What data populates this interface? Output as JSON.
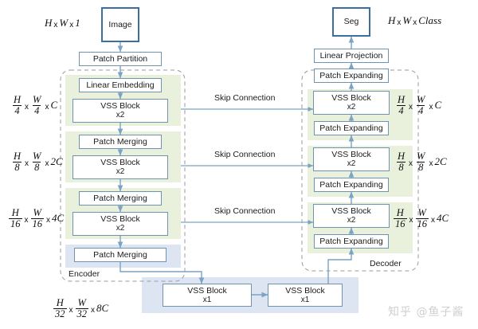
{
  "figure": {
    "title": "VM-UNet style encoder-decoder architecture diagram",
    "colors": {
      "box_border": "#6f94b3",
      "io_box_border": "#3c6f9c",
      "green_band": "#e9f1dd",
      "blue_band": "#dde4f2",
      "arrow": "#7aa3c4",
      "dashed_group": "#9a9a9a",
      "text": "#1b1b1b",
      "watermark": "#cfcfcf"
    },
    "watermark": "知乎 @鱼子酱"
  },
  "io": {
    "input_box": "Image",
    "input_dim": {
      "a": "H",
      "x1": "x",
      "b": "W",
      "x2": "x",
      "c": "1"
    },
    "output_box": "Seg",
    "output_dim": {
      "a": "H",
      "x1": "x",
      "b": "W",
      "x2": "x",
      "c": "Class"
    }
  },
  "encoder": {
    "group_label": "Encoder",
    "stem": "Patch Partition",
    "stages": [
      {
        "top_box": "Linear Embedding",
        "block": "VSS Block",
        "block_count": "x2",
        "band": "green",
        "dim": {
          "num": "H",
          "den": "4",
          "num2": "W",
          "den2": "4",
          "ch": "C"
        }
      },
      {
        "top_box": "Patch Merging",
        "block": "VSS Block",
        "block_count": "x2",
        "band": "green",
        "dim": {
          "num": "H",
          "den": "8",
          "num2": "W",
          "den2": "8",
          "ch": "2C"
        }
      },
      {
        "top_box": "Patch Merging",
        "block": "VSS Block",
        "block_count": "x2",
        "band": "green",
        "dim": {
          "num": "H",
          "den": "16",
          "num2": "W",
          "den2": "16",
          "ch": "4C"
        }
      }
    ],
    "final_merge": "Patch Merging"
  },
  "bottleneck": {
    "left_block": "VSS Block",
    "left_count": "x1",
    "right_block": "VSS Block",
    "right_count": "x1",
    "dim": {
      "num": "H",
      "den": "32",
      "num2": "W",
      "den2": "32",
      "ch": "8C"
    }
  },
  "decoder": {
    "group_label": "Decoder",
    "head_projection": "Linear Projection",
    "top_expanding": "Patch Expanding",
    "stages": [
      {
        "block": "VSS Block",
        "block_count": "x2",
        "expanding": "Patch Expanding",
        "band": "green",
        "dim": {
          "num": "H",
          "den": "4",
          "num2": "W",
          "den2": "4",
          "ch": "C"
        }
      },
      {
        "block": "VSS Block",
        "block_count": "x2",
        "expanding": "Patch Expanding",
        "band": "green",
        "dim": {
          "num": "H",
          "den": "8",
          "num2": "W",
          "den2": "8",
          "ch": "2C"
        }
      },
      {
        "block": "VSS Block",
        "block_count": "x2",
        "expanding": "Patch Expanding",
        "band": "green",
        "dim": {
          "num": "H",
          "den": "16",
          "num2": "W",
          "den2": "16",
          "ch": "4C"
        }
      }
    ]
  },
  "skip_connections": [
    {
      "label": "Skip Connection"
    },
    {
      "label": "Skip Connection"
    },
    {
      "label": "Skip Connection"
    }
  ]
}
